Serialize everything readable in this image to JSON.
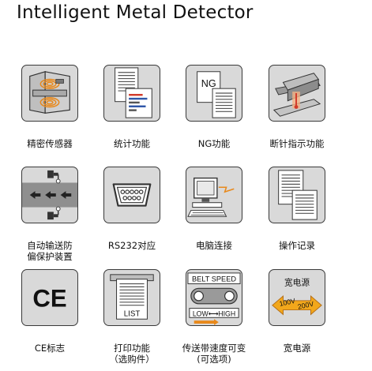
{
  "title": "Intelligent Metal Detector",
  "features": [
    {
      "id": "precision-sensor",
      "label": [
        "精密传感器"
      ],
      "icon": "sensor-icon"
    },
    {
      "id": "statistics",
      "label": [
        "统计功能"
      ],
      "icon": "statistics-report-icon"
    },
    {
      "id": "ng-function",
      "label": [
        "NG功能"
      ],
      "icon": "ng-document-icon"
    },
    {
      "id": "needle-position",
      "label": [
        "断针指示功能"
      ],
      "icon": "needle-indicator-icon"
    },
    {
      "id": "auto-conveyor-protection",
      "label": [
        "自动输送防",
        "偏保护装置"
      ],
      "icon": "conveyor-arrows-icon"
    },
    {
      "id": "rs232",
      "label": [
        "RS232对应"
      ],
      "icon": "serial-port-icon"
    },
    {
      "id": "pc-connection",
      "label": [
        "电脑连接"
      ],
      "icon": "computer-icon"
    },
    {
      "id": "operation-log",
      "label": [
        "操作记录"
      ],
      "icon": "log-document-icon"
    },
    {
      "id": "ce-mark",
      "label": [
        "CE标志"
      ],
      "icon": "ce-mark-icon"
    },
    {
      "id": "print",
      "label": [
        "打印功能",
        "（选购件）"
      ],
      "icon": "printer-list-icon"
    },
    {
      "id": "belt-speed",
      "label": [
        "传送带速度可变",
        "(可选项)"
      ],
      "icon": "belt-speed-icon"
    },
    {
      "id": "wide-power",
      "label": [
        "宽电源"
      ],
      "icon": "wide-power-icon"
    }
  ],
  "icon_text": {
    "ng": "NG",
    "ce": "CE",
    "list": "LIST",
    "belt_speed": "BELT SPEED",
    "low_high": "LOW⟷HIGH",
    "wide_power": "宽电源",
    "v100": "100V",
    "v200": "200V"
  },
  "colors": {
    "tile_bg": "#d9d9d9",
    "accent_orange": "#e8891c",
    "power_yellow": "#f2a71b",
    "red": "#d23a2a",
    "blue": "#2f57a8"
  }
}
